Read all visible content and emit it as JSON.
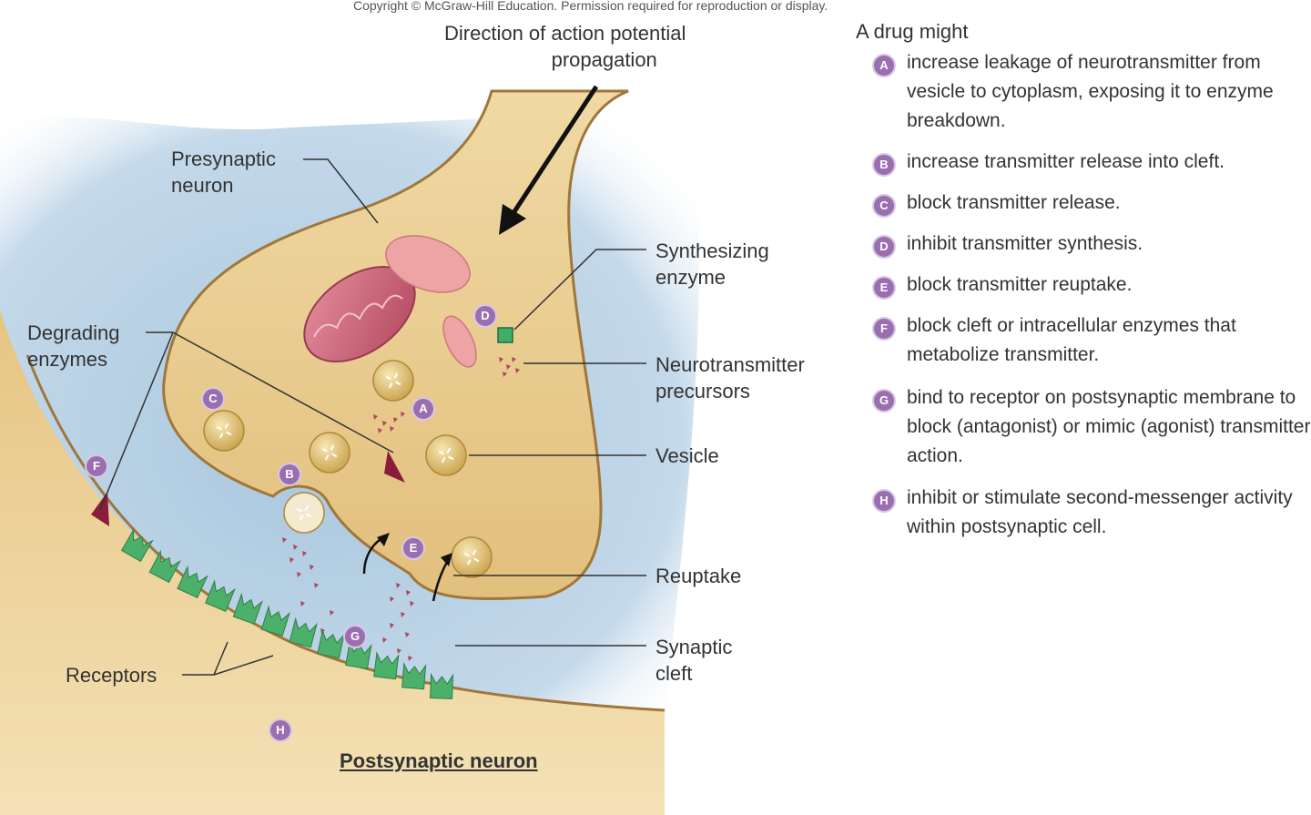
{
  "copyright": "Copyright © McGraw-Hill Education. Permission required for reproduction or display.",
  "diagram": {
    "direction_label_line1": "Direction of action potential",
    "direction_label_line2": "propagation",
    "presynaptic_line1": "Presynaptic",
    "presynaptic_line2": "neuron",
    "synthesizing_line1": "Synthesizing",
    "synthesizing_line2": "enzyme",
    "degrading_line1": "Degrading",
    "degrading_line2": "enzymes",
    "precursors_line1": "Neurotransmitter",
    "precursors_line2": "precursors",
    "vesicle": "Vesicle",
    "reuptake": "Reuptake",
    "cleft_line1": "Synaptic",
    "cleft_line2": "cleft",
    "receptors": "Receptors",
    "postsynaptic": "Postsynaptic neuron"
  },
  "badges": [
    "A",
    "B",
    "C",
    "D",
    "E",
    "F",
    "G",
    "H"
  ],
  "legend": {
    "title": "A drug might",
    "items": [
      {
        "letter": "A",
        "text": "increase leakage of neurotransmitter from vesicle to cytoplasm, exposing it to enzyme breakdown."
      },
      {
        "letter": "B",
        "text": "increase transmitter release into cleft."
      },
      {
        "letter": "C",
        "text": "block transmitter release."
      },
      {
        "letter": "D",
        "text": "inhibit transmitter synthesis."
      },
      {
        "letter": "E",
        "text": "block transmitter reuptake."
      },
      {
        "letter": "F",
        "text": "block cleft or intracellular enzymes that metabolize transmitter."
      },
      {
        "letter": "G",
        "text": "bind to receptor on postsynaptic membrane to block (antagonist) or mimic (agonist) transmitter action."
      },
      {
        "letter": "H",
        "text": "inhibit or stimulate second-messenger activity within postsynaptic cell."
      }
    ]
  },
  "colors": {
    "cleft_blue": "#a9c7de",
    "neuron_tan": "#e2bf7c",
    "neuron_light": "#f1dcaa",
    "membrane": "#a0773a",
    "receptor": "#4caf6a",
    "mitochondrion": "#c56478",
    "badge": "#9a6fb0",
    "enzyme_arrow": "#8a1c3c"
  }
}
